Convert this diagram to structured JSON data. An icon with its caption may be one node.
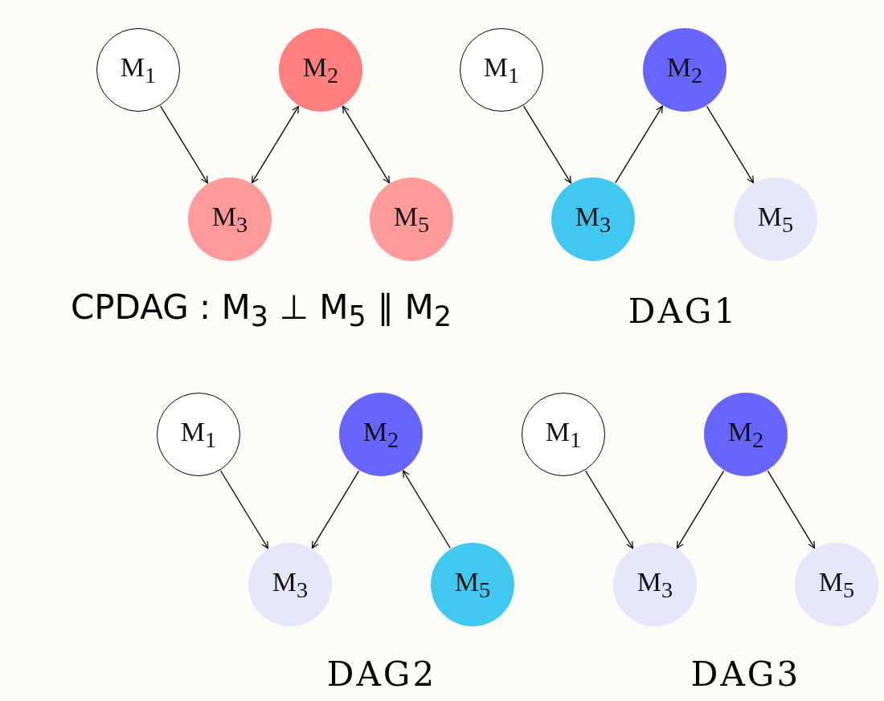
{
  "diagram": {
    "nodes": [
      {
        "text": [
          "M$_{1}$"
        ]
      },
      {
        "text": [
          "M$_{2}$"
        ]
      },
      {
        "text": [
          "M$_{3}$"
        ]
      },
      {
        "text": [
          "M$_{5}$"
        ]
      },
      {
        "text": [
          "M$_{1}$"
        ]
      },
      {
        "text": [
          "M$_{2}$"
        ]
      },
      {
        "text": [
          "M$_{3}$"
        ]
      },
      {
        "text": [
          "M$_{5}$"
        ]
      },
      {
        "text": [
          "M$_{1}$"
        ]
      },
      {
        "text": [
          "M$_{2}$"
        ]
      },
      {
        "text": [
          "M$_{3}$"
        ]
      },
      {
        "text": [
          "M$_{5}$"
        ]
      },
      {
        "text": [
          "M$_{1}$"
        ]
      },
      {
        "text": [
          "M$_{2}$"
        ]
      },
      {
        "text": [
          "M$_{3}$"
        ]
      },
      {
        "text": [
          "M$_{5}$"
        ]
      }
    ],
    "edges": [
      {
        "from": 0,
        "to": 2,
        "arrow": "to"
      },
      {
        "from": 2,
        "to": 1,
        "arrow": "both"
      },
      {
        "from": 1,
        "to": 3,
        "arrow": "both"
      },
      {
        "from": 4,
        "to": 6,
        "arrow": "to"
      },
      {
        "from": 6,
        "to": 5,
        "arrow": "to"
      },
      {
        "from": 5,
        "to": 7,
        "arrow": "to"
      },
      {
        "from": 8,
        "to": 10,
        "arrow": "to"
      },
      {
        "from": 9,
        "to": 10,
        "arrow": "to"
      },
      {
        "from": 11,
        "to": 9,
        "arrow": "to"
      },
      {
        "from": 12,
        "to": 14,
        "arrow": "to"
      },
      {
        "from": 13,
        "to": 14,
        "arrow": "to"
      },
      {
        "from": 13,
        "to": 15,
        "arrow": "to"
      }
    ],
    "labels": [
      "CPDAG : M$_{3}$ ⊥ M$_{5}$ ∥ M$_{2}$",
      "DAG1",
      "DAG2",
      "DAG3"
    ]
  }
}
